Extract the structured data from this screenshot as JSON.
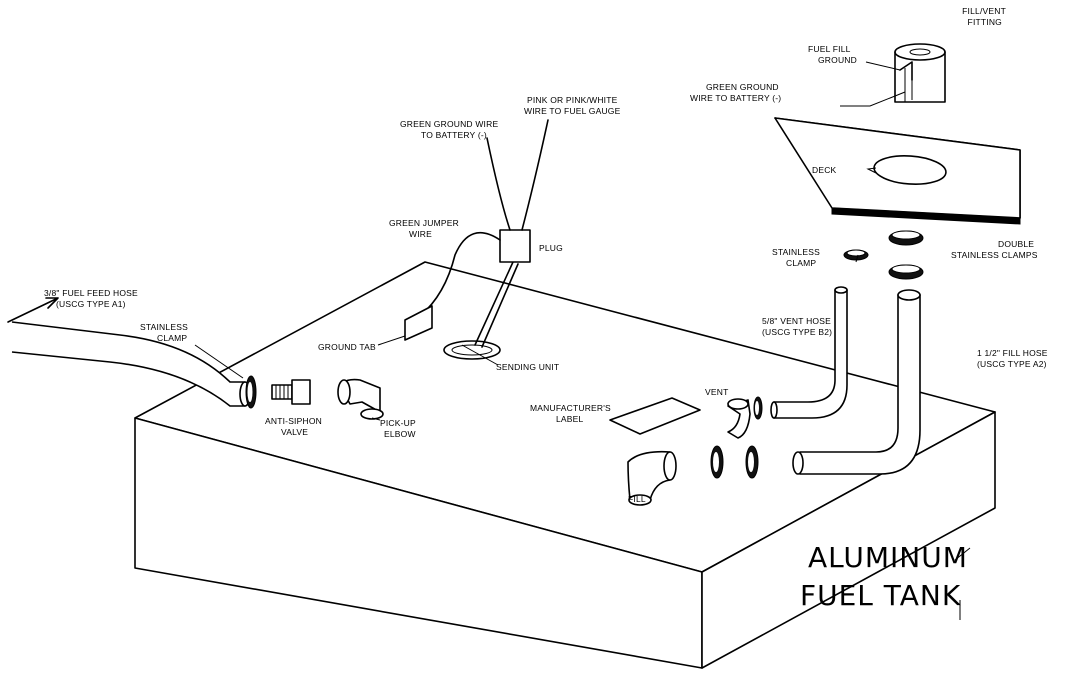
{
  "labels": {
    "fill_vent_fitting_1": "FILL/VENT",
    "fill_vent_fitting_2": "FITTING",
    "fuel_fill_ground_1": "FUEL FILL",
    "fuel_fill_ground_2": "GROUND",
    "green_ground_battery_right_1": "GREEN GROUND",
    "green_ground_battery_right_2": "WIRE TO BATTERY (-)",
    "pink_wire_1": "PINK OR PINK/WHITE",
    "pink_wire_2": "WIRE TO FUEL GAUGE",
    "green_ground_battery_left_1": "GREEN GROUND WIRE",
    "green_ground_battery_left_2": "TO BATTERY (-)",
    "deck": "DECK",
    "green_jumper_1": "GREEN JUMPER",
    "green_jumper_2": "WIRE",
    "plug": "PLUG",
    "stainless_clamp_right_1": "STAINLESS",
    "stainless_clamp_right_2": "CLAMP",
    "double_clamps_1": "DOUBLE",
    "double_clamps_2": "STAINLESS CLAMPS",
    "feed_hose_1": "3/8\" FUEL FEED HOSE",
    "feed_hose_2": "(USCG TYPE A1)",
    "vent_hose_1": "5/8\" VENT HOSE",
    "vent_hose_2": "(USCG TYPE B2)",
    "stainless_clamp_left_1": "STAINLESS",
    "stainless_clamp_left_2": "CLAMP",
    "ground_tab": "GROUND TAB",
    "sending_unit": "SENDING UNIT",
    "fill_hose_1": "1 1/2\" FILL HOSE",
    "fill_hose_2": "(USCG TYPE A2)",
    "vent": "VENT",
    "manufacturer_label_1": "MANUFACTURER'S",
    "manufacturer_label_2": "LABEL",
    "anti_siphon_1": "ANTI-SIPHON",
    "anti_siphon_2": "VALVE",
    "pickup_elbow_1": "PICK-UP",
    "pickup_elbow_2": "ELBOW",
    "fill": "FILL",
    "tank_title_1": "ALUMINUM",
    "tank_title_2": "FUEL TANK"
  }
}
